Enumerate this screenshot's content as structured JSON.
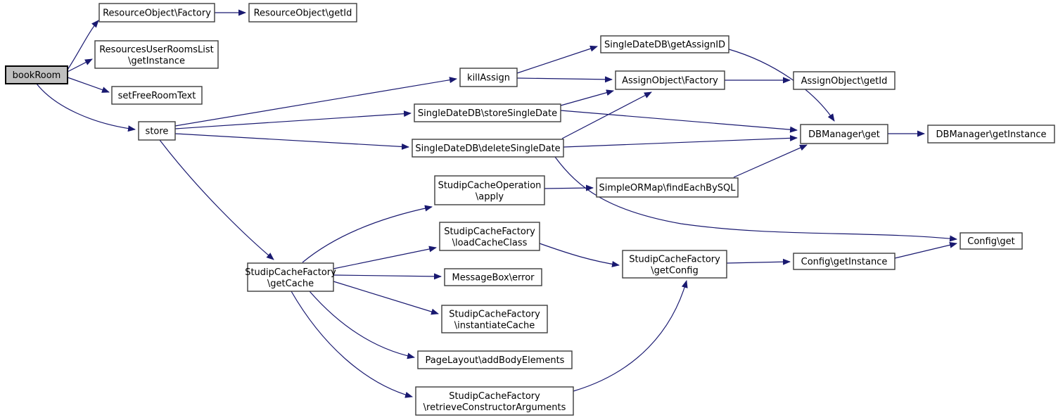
{
  "page": {
    "background_color": "#ffffff",
    "description": "Call graph for function bookRoom"
  },
  "diagram": {
    "type": "call-graph",
    "edge_color": "#191970",
    "node_border_color": "#3c3c3c",
    "node_fill_color": "#ffffff",
    "root_node_fill_color": "#bfbfbf",
    "text_color": "#000000",
    "nodes": [
      {
        "id": "bookRoom",
        "lines": [
          "bookRoom"
        ],
        "highlight": true
      },
      {
        "id": "resObjFactory",
        "lines": [
          "ResourceObject\\Factory"
        ]
      },
      {
        "id": "resObjGetId",
        "lines": [
          "ResourceObject\\getId"
        ]
      },
      {
        "id": "resUserRoomsGetInstance",
        "lines": [
          "ResourcesUserRoomsList",
          "\\getInstance"
        ]
      },
      {
        "id": "setFreeRoomText",
        "lines": [
          "setFreeRoomText"
        ]
      },
      {
        "id": "store",
        "lines": [
          "store"
        ]
      },
      {
        "id": "killAssign",
        "lines": [
          "killAssign"
        ]
      },
      {
        "id": "sdGetAssignID",
        "lines": [
          "SingleDateDB\\getAssignID"
        ]
      },
      {
        "id": "assignObjFactory",
        "lines": [
          "AssignObject\\Factory"
        ]
      },
      {
        "id": "sdStoreSingleDate",
        "lines": [
          "SingleDateDB\\storeSingleDate"
        ]
      },
      {
        "id": "sdDeleteSingleDate",
        "lines": [
          "SingleDateDB\\deleteSingleDate"
        ]
      },
      {
        "id": "assignObjGetId",
        "lines": [
          "AssignObject\\getId"
        ]
      },
      {
        "id": "dbGet",
        "lines": [
          "DBManager\\get"
        ]
      },
      {
        "id": "dbGetInstance",
        "lines": [
          "DBManager\\getInstance"
        ]
      },
      {
        "id": "sormFindEachBySQL",
        "lines": [
          "SimpleORMap\\findEachBySQL"
        ]
      },
      {
        "id": "scoApply",
        "lines": [
          "StudipCacheOperation",
          "\\apply"
        ]
      },
      {
        "id": "scfLoadCacheClass",
        "lines": [
          "StudipCacheFactory",
          "\\loadCacheClass"
        ]
      },
      {
        "id": "mbError",
        "lines": [
          "MessageBox\\error"
        ]
      },
      {
        "id": "scfGetConfig",
        "lines": [
          "StudipCacheFactory",
          "\\getConfig"
        ]
      },
      {
        "id": "configGet",
        "lines": [
          "Config\\get"
        ]
      },
      {
        "id": "configGetInstance",
        "lines": [
          "Config\\getInstance"
        ]
      },
      {
        "id": "scfGetCache",
        "lines": [
          "StudipCacheFactory",
          "\\getCache"
        ]
      },
      {
        "id": "scfInstantiateCache",
        "lines": [
          "StudipCacheFactory",
          "\\instantiateCache"
        ]
      },
      {
        "id": "plAddBodyElements",
        "lines": [
          "PageLayout\\addBodyElements"
        ]
      },
      {
        "id": "scfRetrieveCtorArgs",
        "lines": [
          "StudipCacheFactory",
          "\\retrieveConstructorArguments"
        ]
      }
    ],
    "edges": [
      {
        "from": "bookRoom",
        "to": "resObjFactory"
      },
      {
        "from": "bookRoom",
        "to": "resUserRoomsGetInstance"
      },
      {
        "from": "bookRoom",
        "to": "setFreeRoomText"
      },
      {
        "from": "bookRoom",
        "to": "store"
      },
      {
        "from": "resObjFactory",
        "to": "resObjGetId"
      },
      {
        "from": "store",
        "to": "killAssign"
      },
      {
        "from": "store",
        "to": "sdStoreSingleDate"
      },
      {
        "from": "store",
        "to": "sdDeleteSingleDate"
      },
      {
        "from": "store",
        "to": "scfGetCache"
      },
      {
        "from": "killAssign",
        "to": "sdGetAssignID"
      },
      {
        "from": "killAssign",
        "to": "assignObjFactory"
      },
      {
        "from": "sdGetAssignID",
        "to": "dbGet"
      },
      {
        "from": "sdStoreSingleDate",
        "to": "assignObjFactory"
      },
      {
        "from": "sdStoreSingleDate",
        "to": "dbGet"
      },
      {
        "from": "sdDeleteSingleDate",
        "to": "assignObjFactory"
      },
      {
        "from": "sdDeleteSingleDate",
        "to": "dbGet"
      },
      {
        "from": "sdDeleteSingleDate",
        "to": "configGet"
      },
      {
        "from": "assignObjFactory",
        "to": "assignObjGetId"
      },
      {
        "from": "dbGet",
        "to": "dbGetInstance"
      },
      {
        "from": "sormFindEachBySQL",
        "to": "dbGet"
      },
      {
        "from": "scoApply",
        "to": "sormFindEachBySQL"
      },
      {
        "from": "scfGetCache",
        "to": "scoApply"
      },
      {
        "from": "scfGetCache",
        "to": "scfLoadCacheClass"
      },
      {
        "from": "scfGetCache",
        "to": "mbError"
      },
      {
        "from": "scfGetCache",
        "to": "scfInstantiateCache"
      },
      {
        "from": "scfGetCache",
        "to": "plAddBodyElements"
      },
      {
        "from": "scfGetCache",
        "to": "scfRetrieveCtorArgs"
      },
      {
        "from": "scfLoadCacheClass",
        "to": "scfGetConfig"
      },
      {
        "from": "scfRetrieveCtorArgs",
        "to": "scfGetConfig"
      },
      {
        "from": "scfGetConfig",
        "to": "configGetInstance"
      },
      {
        "from": "configGetInstance",
        "to": "configGet"
      }
    ]
  }
}
